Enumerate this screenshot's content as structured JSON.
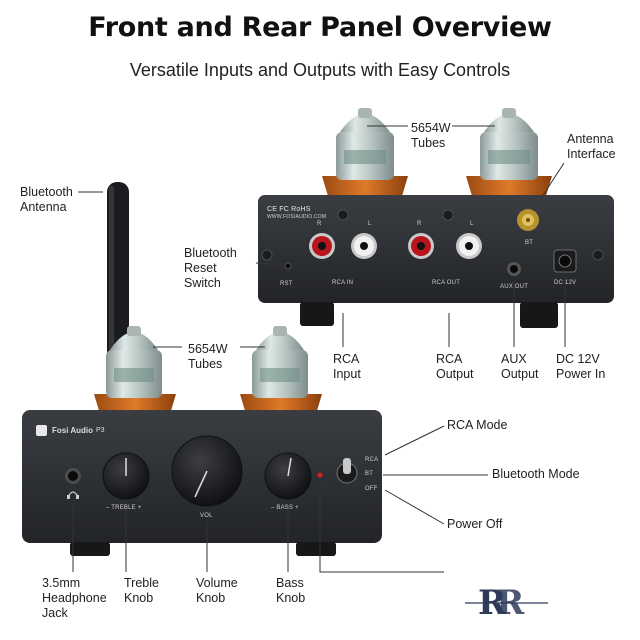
{
  "header": {
    "title": "Front and Rear Panel Overview",
    "subtitle": "Versatile Inputs and Outputs with Easy Controls"
  },
  "rear_labels": {
    "tubes": "5654W\nTubes",
    "antenna_interface": "Antenna\nInterface",
    "bluetooth_reset": "Bluetooth\nReset\nSwitch",
    "rca_input": "RCA\nInput",
    "rca_output": "RCA\nOutput",
    "aux_output": "AUX\nOutput",
    "dc_power": "DC 12V\nPower In"
  },
  "front_labels": {
    "bluetooth_antenna": "Bluetooth\nAntenna",
    "tubes": "5654W\nTubes",
    "rca_mode": "RCA Mode",
    "bluetooth_mode": "Bluetooth Mode",
    "power_off": "Power Off",
    "headphone_jack": "3.5mm\nHeadphone\nJack",
    "treble_knob": "Treble\nKnob",
    "volume_knob": "Volume\nKnob",
    "bass_knob": "Bass\nKnob"
  },
  "rear_panel_print": {
    "cert": "CE FC RoHS",
    "url": "WWW.FOSIAUDIO.COM",
    "r1": "R",
    "l1": "L",
    "r2": "R",
    "l2": "L",
    "rst": "RST",
    "rca_in": "RCA IN",
    "rca_out": "RCA OUT",
    "aux_out": "AUX OUT",
    "bt": "BT",
    "dc": "DC 12V"
  },
  "front_panel_print": {
    "brand": "Fosi Audio",
    "model": "P3",
    "treble": "– TREBLE +",
    "vol": "VOL",
    "bass": "– BASS +",
    "sw_rca": "RCA",
    "sw_bt": "BT",
    "sw_off": "OFF"
  },
  "colors": {
    "chassis": "#2b2d30",
    "chassis_edge": "#3c3f44",
    "tube_base": "#c8621c",
    "label_text": "#222222",
    "leader_line": "#333333"
  }
}
